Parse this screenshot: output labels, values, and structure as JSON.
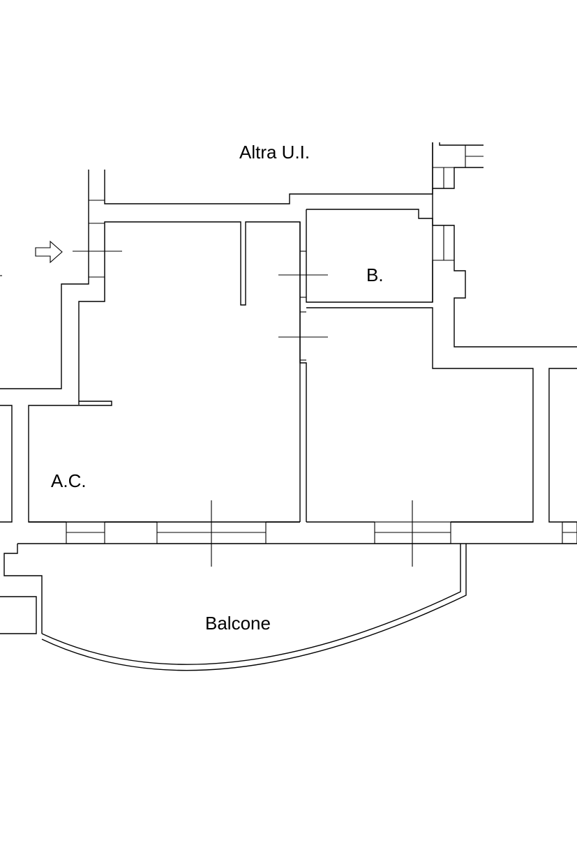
{
  "plan": {
    "labels": {
      "altra_ui": "Altra U.I.",
      "bagno": "B.",
      "angolo_cottura": "A.C.",
      "balcone": "Balcone"
    },
    "entrance_arrow_icon": "arrow-right-icon",
    "colors": {
      "line": "#000000",
      "background": "#ffffff"
    }
  }
}
